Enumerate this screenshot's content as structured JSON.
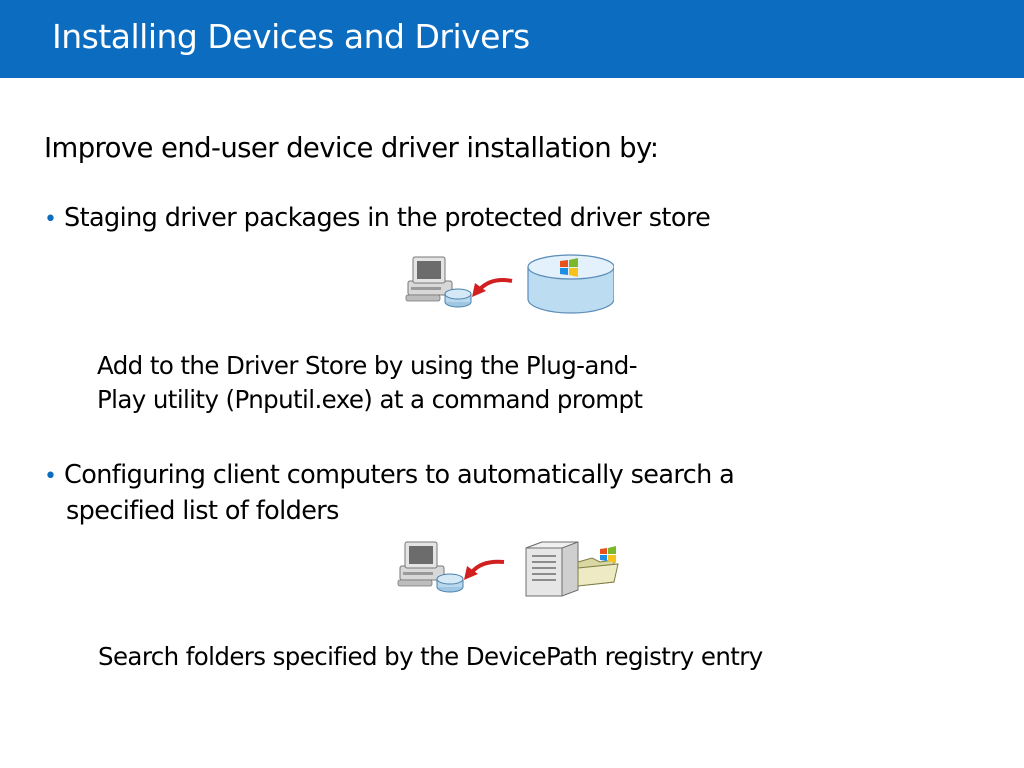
{
  "slide": {
    "title": "Installing Devices and Drivers",
    "intro": "Improve end-user device driver installation by:",
    "bullets": [
      {
        "text_line1": "Staging driver packages in the protected driver store",
        "note_line1": "Add to the Driver Store by using the Plug-and-",
        "note_line2": "Play utility (Pnputil.exe) at a command prompt"
      },
      {
        "text_line1": "Configuring client computers to automatically search a",
        "text_line2": "specified list of folders",
        "note_line1": "Search folders specified by the DevicePath registry entry"
      }
    ],
    "bullet_glyph": "•"
  },
  "icons": {
    "row1": [
      "computer-icon",
      "driver-package-icon",
      "arrow-icon",
      "driver-store-database-icon",
      "windows-logo-icon"
    ],
    "row2": [
      "computer-icon",
      "driver-package-icon",
      "arrow-icon",
      "server-icon",
      "folder-icon",
      "windows-logo-icon"
    ]
  },
  "colors": {
    "title_bar": "#0b6cc0",
    "title_text": "#ffffff",
    "bullet": "#0b6cc0",
    "arrow": "#d21f1f",
    "database": "#bcdcf2"
  }
}
